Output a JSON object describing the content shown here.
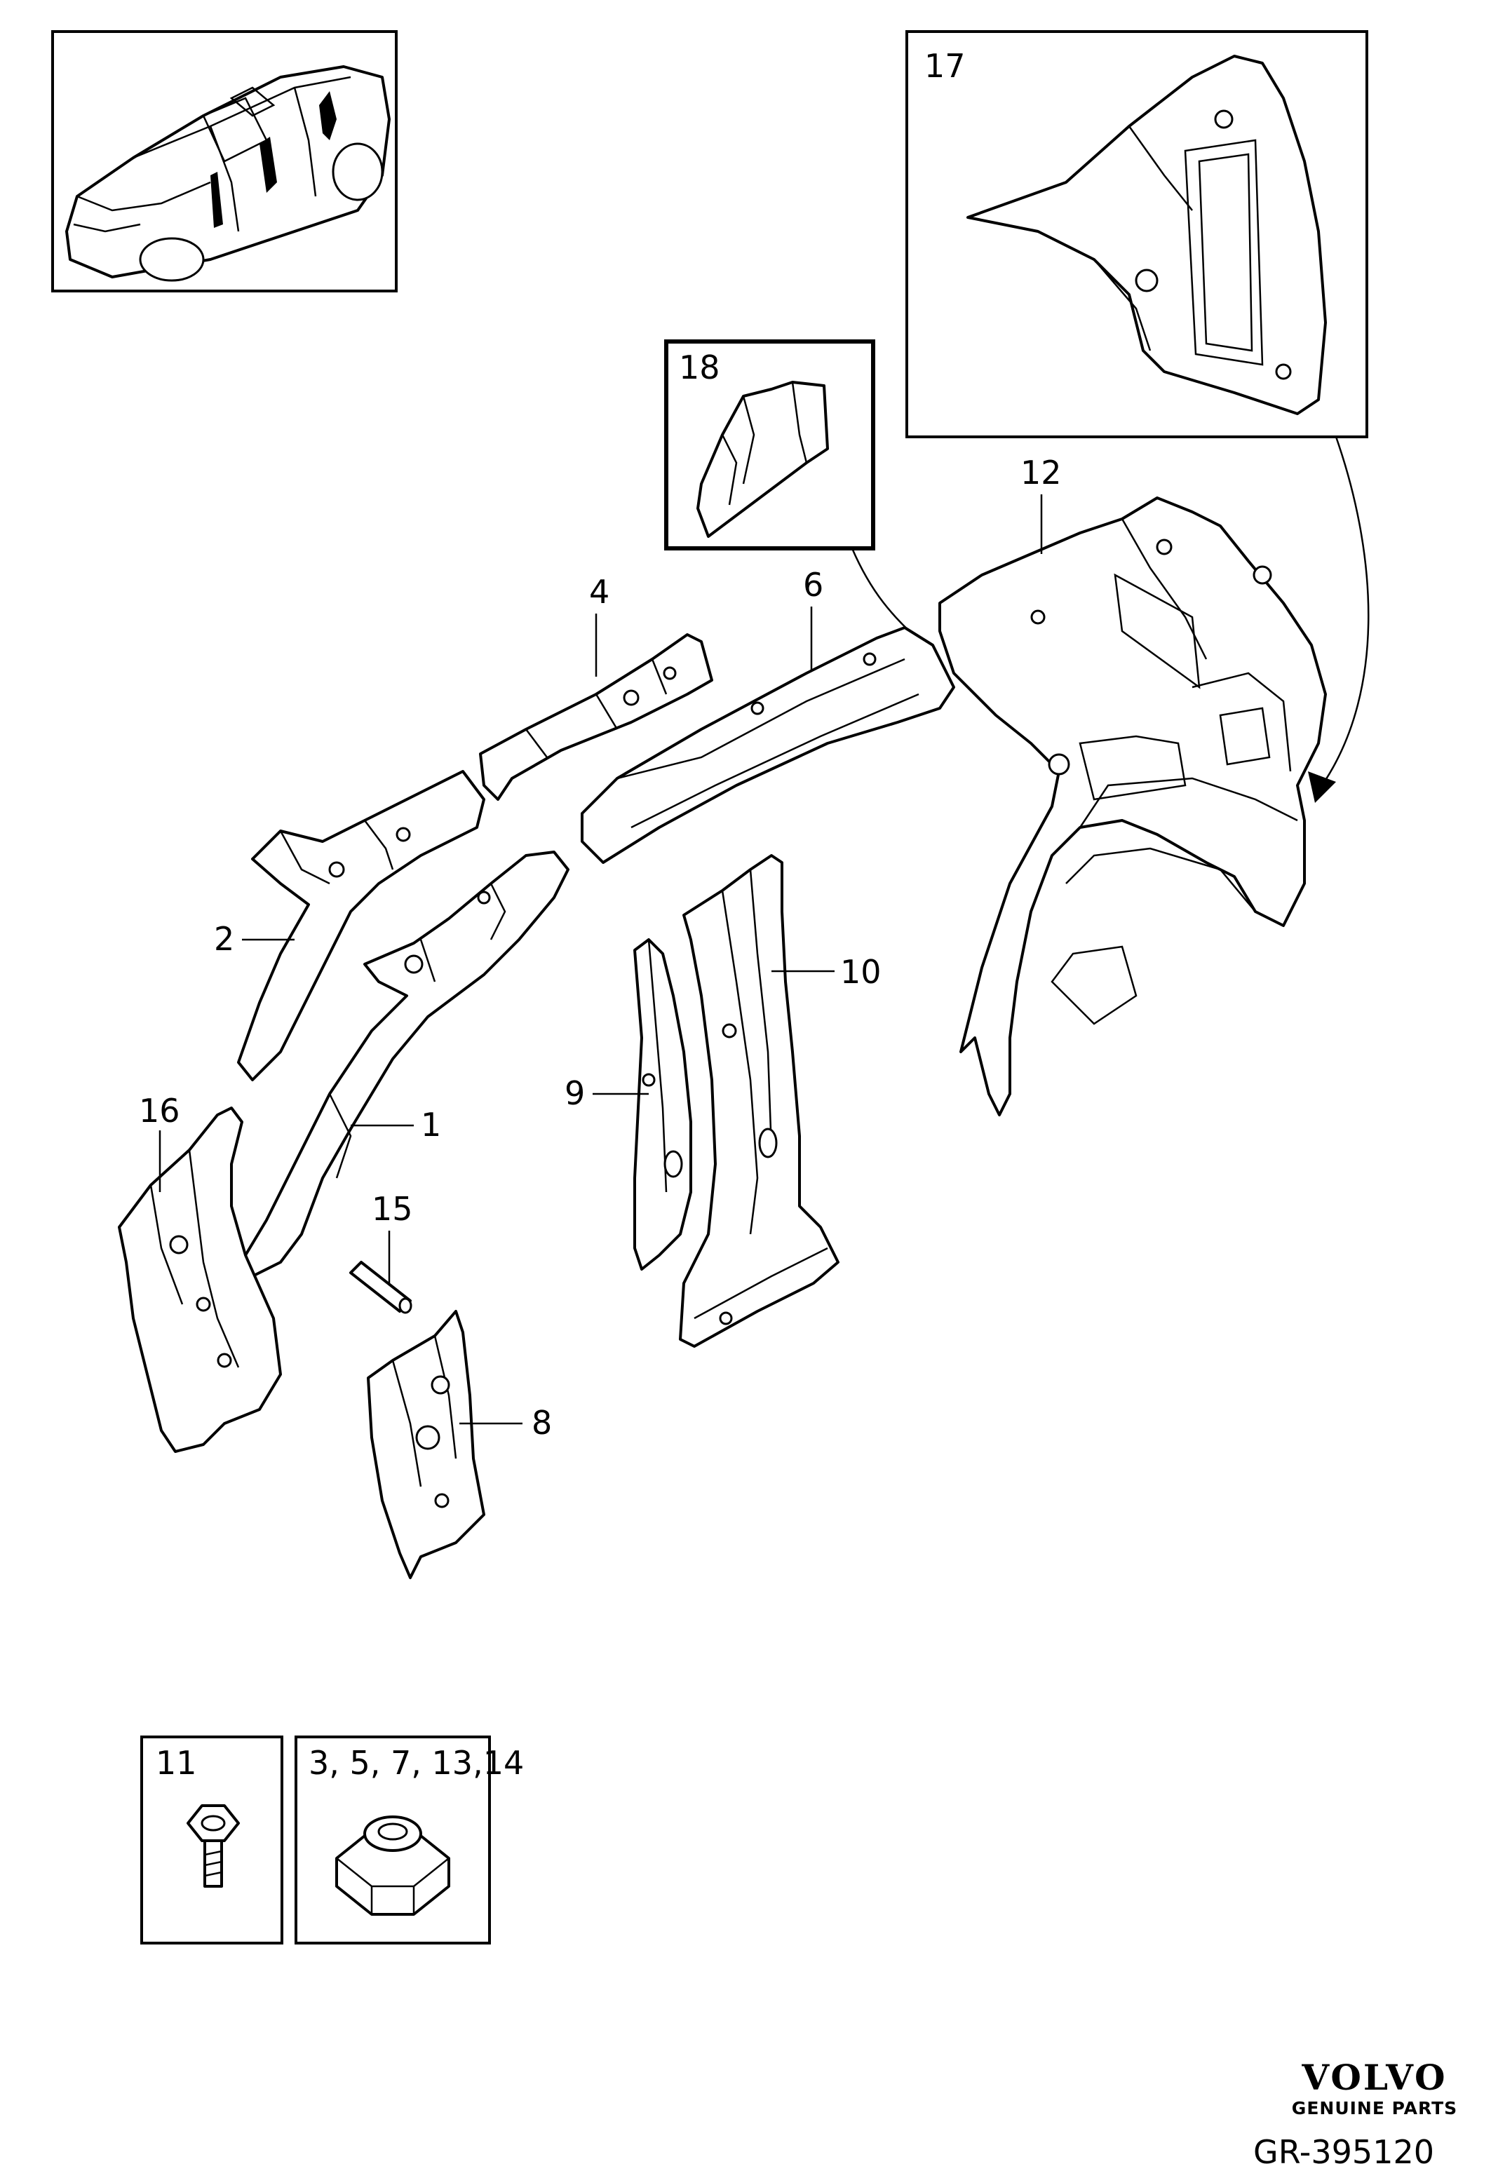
{
  "diagram": {
    "part_labels": {
      "p1": "1",
      "p2": "2",
      "p4": "4",
      "p6": "6",
      "p8": "8",
      "p9": "9",
      "p10": "10",
      "p12": "12",
      "p15": "15",
      "p16": "16",
      "p17": "17",
      "p18": "18"
    },
    "fastener_boxes": {
      "bolt_label": "11",
      "nut_label": "3, 5, 7, 13,14"
    },
    "brand": {
      "name": "VOLVO",
      "tagline": "GENUINE PARTS"
    },
    "reference": "GR-395120"
  }
}
